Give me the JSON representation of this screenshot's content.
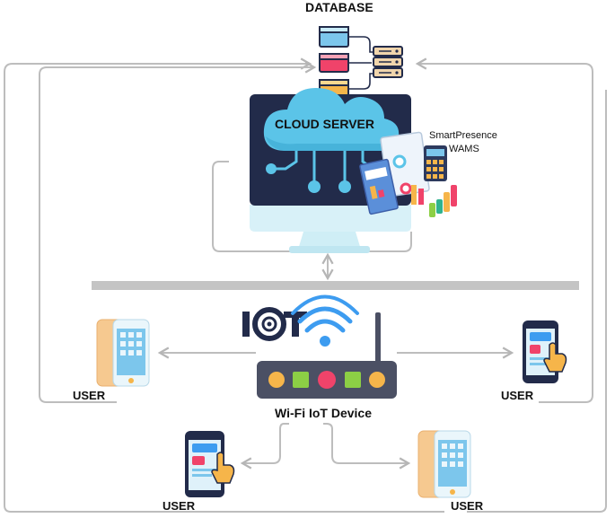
{
  "labels": {
    "database": "DATABASE",
    "cloud_server": "CLOUD SERVER",
    "app_name_line1": "SmartPresence",
    "app_name_line2": "WAMS",
    "iot": "IOT",
    "wifi_device": "Wi-Fi IoT Device",
    "user_left": "USER",
    "user_right": "USER",
    "user_bottom_left": "USER",
    "user_bottom_right": "USER"
  },
  "icons": {
    "database": "database-server-icon",
    "monitor": "desktop-monitor-icon",
    "cloud": "cloud-icon",
    "analytics": "analytics-dashboard-icon",
    "router": "wifi-router-icon",
    "wifi": "wifi-signal-icon",
    "phone": "smartphone-icon",
    "tap_phone": "smartphone-tap-icon"
  },
  "colors": {
    "monitor_screen": "#222b4a",
    "cloud": "#5bc4e8",
    "monitor_stand": "#d8f1f8",
    "bus_bar": "#c4c4c4",
    "connector": "#bdbdbd",
    "router_body": "#4b5064",
    "wifi_blue": "#3d9cf0",
    "led_orange": "#f6b54a",
    "led_green": "#8ccf45",
    "led_red": "#f0436a",
    "db_pink": "#f0436a",
    "db_blue": "#7cc6ec",
    "db_orange": "#f6b54a"
  }
}
